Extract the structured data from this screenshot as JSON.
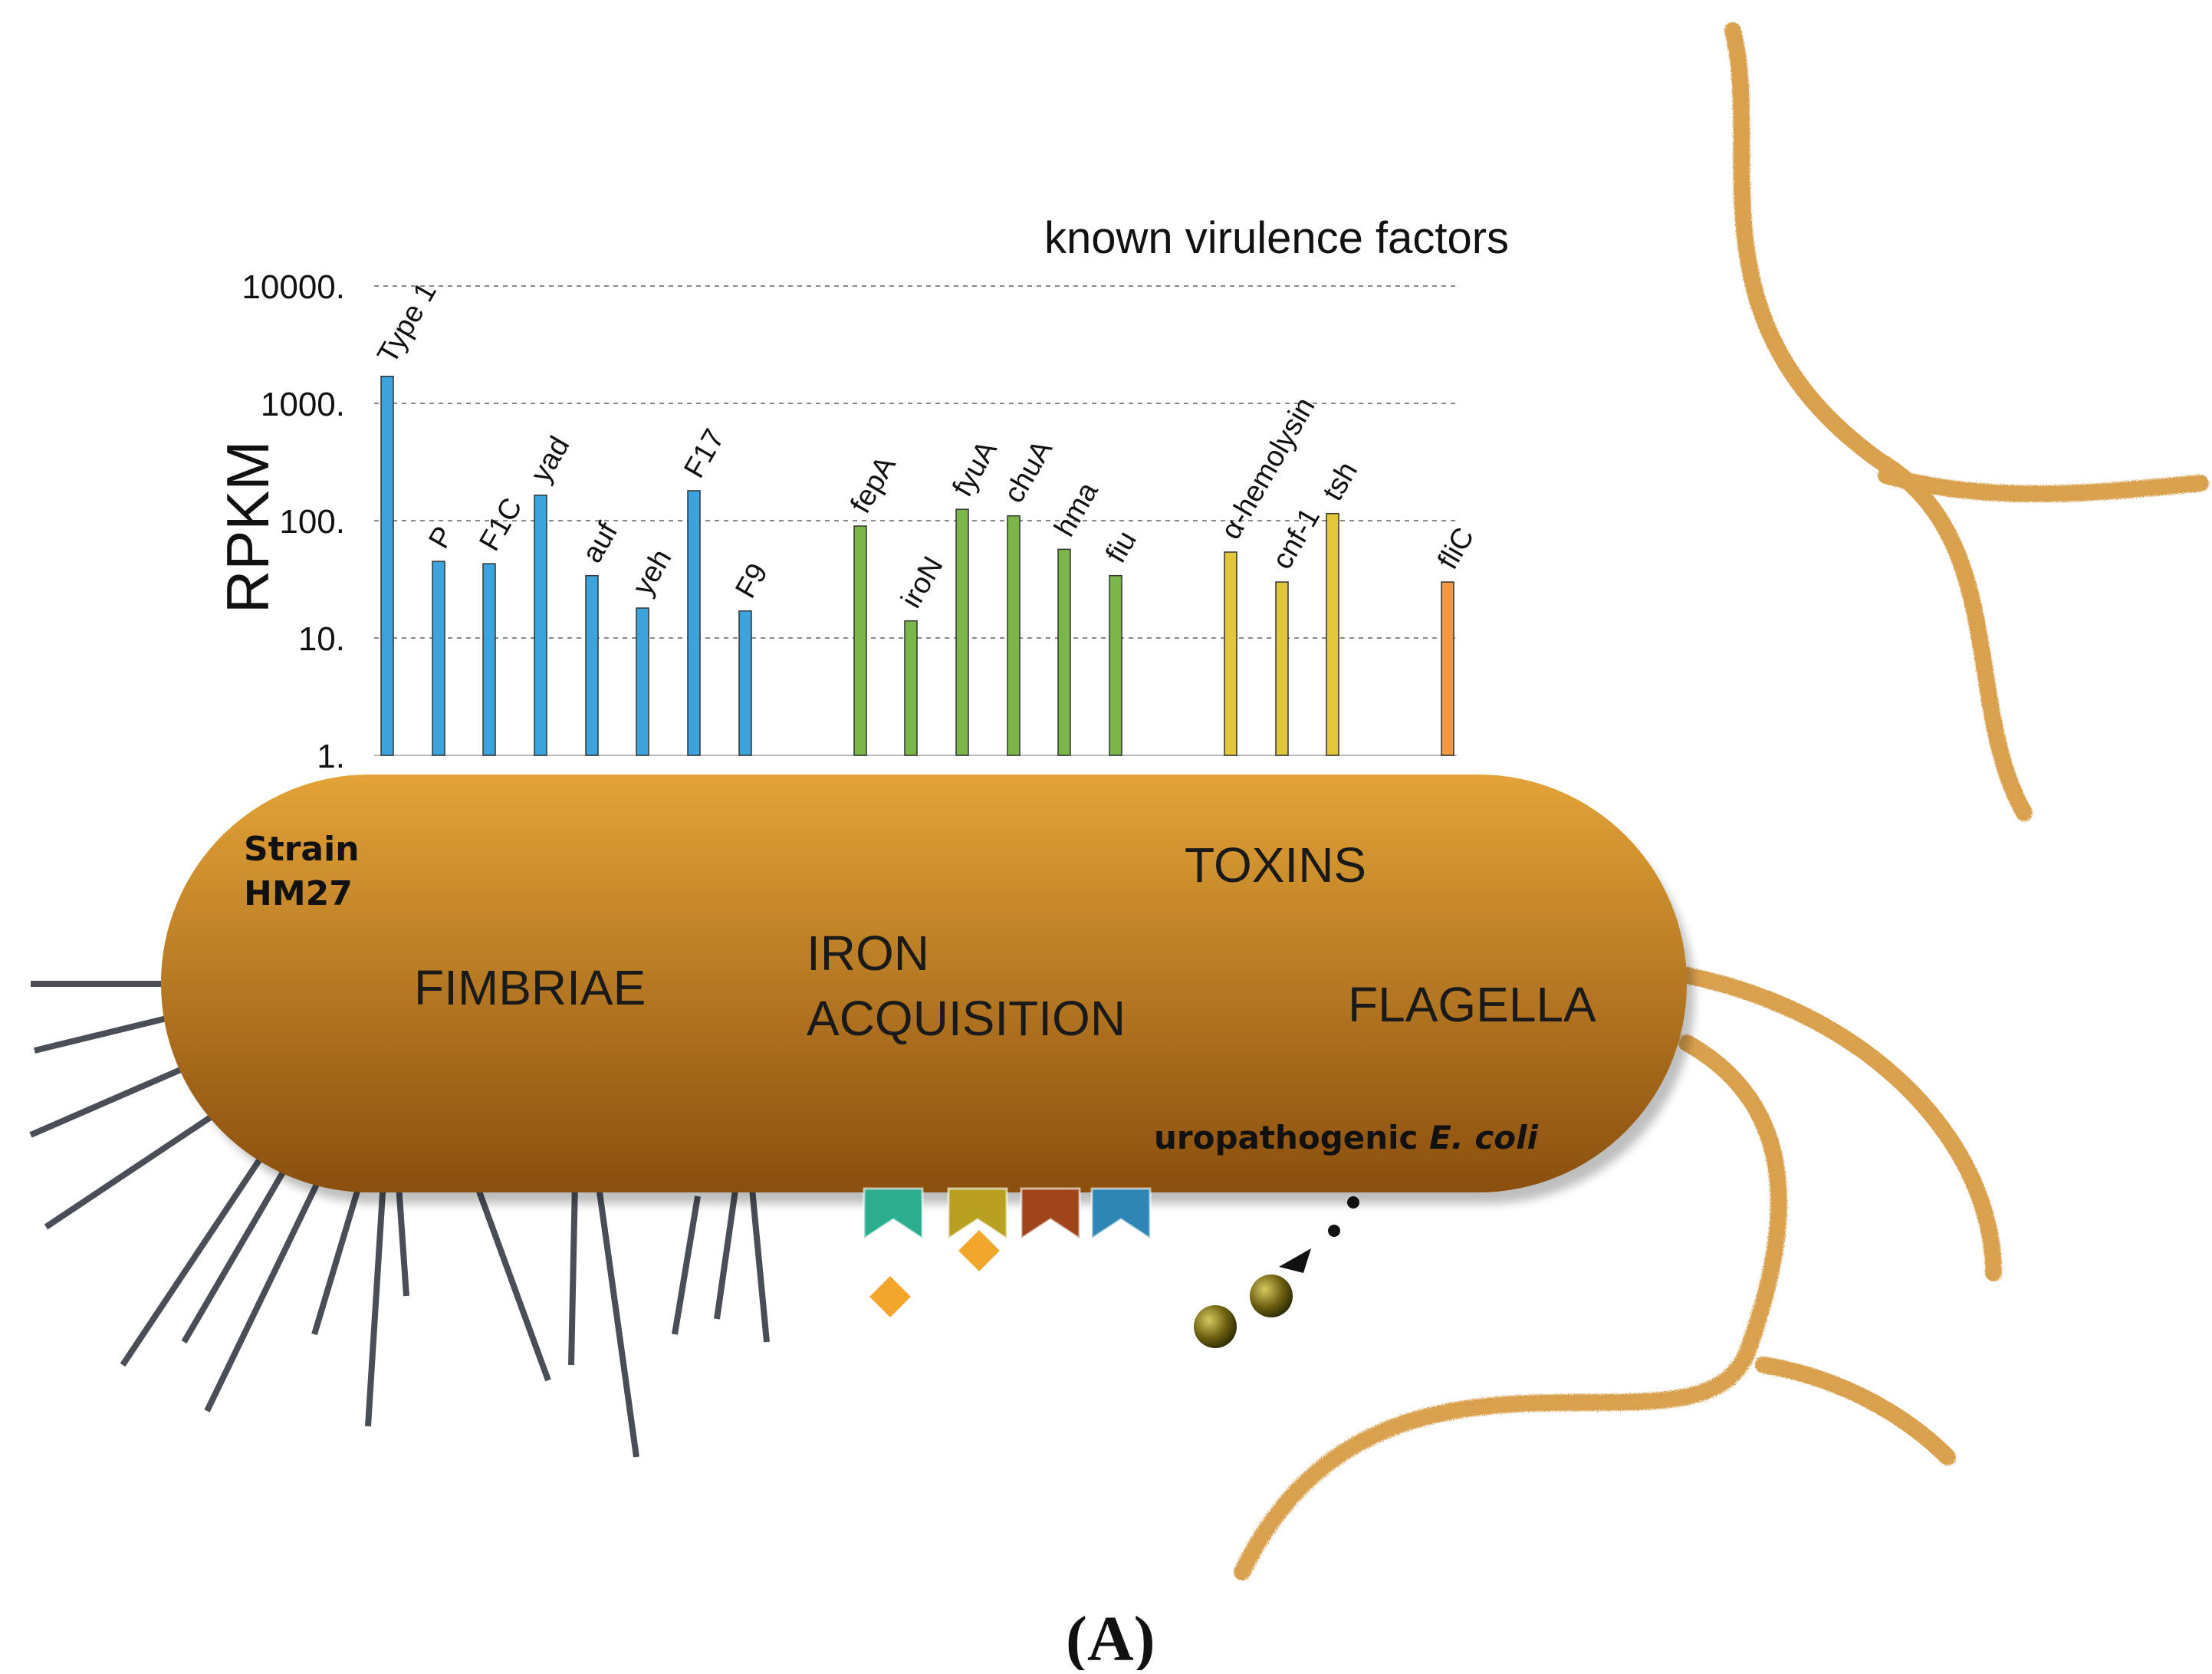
{
  "figure": {
    "panel_label": "A",
    "strain_label_line1": "Strain",
    "strain_label_line2": "HM27",
    "organism_label_prefix": "uropathogenic ",
    "organism_label_italic": "E. coli",
    "regions": {
      "fimbriae": "FIMBRIAE",
      "iron_line1": "IRON",
      "iron_line2": "ACQUISITION",
      "toxins": "TOXINS",
      "flagella": "FLAGELLA"
    },
    "colors": {
      "cell_top": "#E3A338",
      "cell_bottom": "#8A4F0E",
      "flagellum": "#D9A04E",
      "fimbria": "#4A4F57",
      "receptor_colors": [
        "#2AAE8E",
        "#B8A020",
        "#A0441C",
        "#2D86B4"
      ],
      "siderophore": "#F2A62C",
      "toxin_ball": "#6B6010"
    }
  },
  "chart_data": {
    "type": "bar",
    "title": "known virulence factors",
    "ylabel": "RPKM",
    "yscale": "log",
    "ylim": [
      1,
      10000
    ],
    "yticks": [
      1,
      10,
      100,
      1000,
      10000
    ],
    "ytick_labels": [
      "1.",
      "10.",
      "100.",
      "1000.",
      "10000."
    ],
    "grid": "horizontal dashed at major ticks",
    "categories": [
      "Type 1",
      "P",
      "F1C",
      "yad",
      "auf",
      "yeh",
      "F17",
      "F9",
      "fepA",
      "iroN",
      "fyuA",
      "chuA",
      "hma",
      "fiu",
      "α-hemolysin",
      "cnf-1",
      "tsh",
      "fliC"
    ],
    "series": [
      {
        "group": "fimbriae",
        "color": "#3CA4DC",
        "categories": [
          "Type 1",
          "P",
          "F1C",
          "yad",
          "auf",
          "yeh",
          "F17",
          "F9"
        ],
        "values": [
          1700,
          45,
          43,
          165,
          34,
          18,
          180,
          17
        ]
      },
      {
        "group": "iron acquisition",
        "color": "#7CB548",
        "categories": [
          "fepA",
          "iroN",
          "fyuA",
          "chuA",
          "hma",
          "fiu"
        ],
        "values": [
          90,
          14,
          125,
          110,
          57,
          34
        ]
      },
      {
        "group": "toxins",
        "color": "#E2C63C",
        "categories": [
          "α-hemolysin",
          "cnf-1",
          "tsh"
        ],
        "values": [
          54,
          30,
          115
        ]
      },
      {
        "group": "flagella",
        "color": "#EF9A45",
        "categories": [
          "fliC"
        ],
        "values": [
          30
        ]
      }
    ]
  }
}
